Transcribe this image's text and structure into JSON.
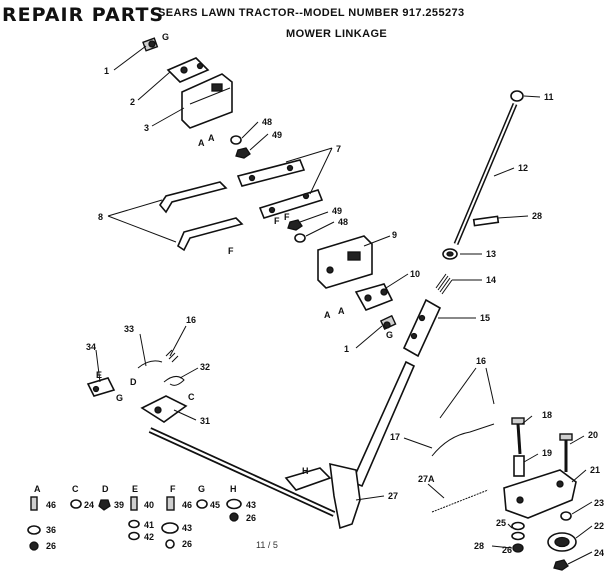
{
  "header": {
    "title": "REPAIR PARTS",
    "model": "SEARS LAWN TRACTOR--MODEL NUMBER 917.255273",
    "subtitle": "MOWER LINKAGE"
  },
  "page_number": "11 / 5",
  "callouts": {
    "c1": "1",
    "c2": "2",
    "c3": "3",
    "c7": "7",
    "c8": "8",
    "c9": "9",
    "c10": "10",
    "c11": "11",
    "c12": "12",
    "c13": "13",
    "c14": "14",
    "c15": "15",
    "c16a": "16",
    "c16b": "16",
    "c17": "17",
    "c18": "18",
    "c19": "19",
    "c20": "20",
    "c21": "21",
    "c22": "22",
    "c23": "23",
    "c24": "24",
    "c25": "25",
    "c26": "26",
    "c27": "27",
    "c27a": "27A",
    "c28a": "28",
    "c28b": "28",
    "c31": "31",
    "c32": "32",
    "c33": "33",
    "c34": "34",
    "c48a": "48",
    "c49a": "49",
    "c49b": "49",
    "c48b": "48",
    "c1b": "1"
  },
  "connectors": {
    "gA1": "A",
    "gA2": "A",
    "gA3": "A",
    "gA4": "A",
    "gF1": "F",
    "gF2": "F",
    "gF3": "F",
    "gG1": "G",
    "gG2": "G",
    "gG3": "G",
    "gC": "C",
    "gD": "D",
    "gE": "E",
    "gH": "H"
  },
  "hardware_key": {
    "A": {
      "letter": "A",
      "parts": [
        "46",
        "36",
        "26"
      ]
    },
    "C": {
      "letter": "C",
      "parts": [
        "24"
      ]
    },
    "D": {
      "letter": "D",
      "parts": [
        "39"
      ]
    },
    "E": {
      "letter": "E",
      "parts": [
        "40",
        "41",
        "42"
      ]
    },
    "F": {
      "letter": "F",
      "parts": [
        "46",
        "43",
        "26"
      ]
    },
    "G": {
      "letter": "G",
      "parts": [
        "45"
      ]
    },
    "H": {
      "letter": "H",
      "parts": [
        "43",
        "26"
      ]
    }
  }
}
